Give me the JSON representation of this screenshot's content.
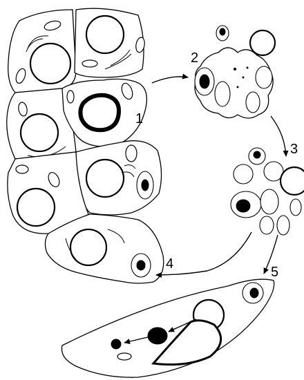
{
  "labels": [
    {
      "id": "label-1",
      "text": "1"
    },
    {
      "id": "label-2",
      "text": "2"
    },
    {
      "id": "label-3",
      "text": "3"
    },
    {
      "id": "label-4",
      "text": "4"
    },
    {
      "id": "label-5",
      "text": "5"
    }
  ],
  "colors": {
    "ink": "#000000",
    "background": "#ffffff"
  }
}
